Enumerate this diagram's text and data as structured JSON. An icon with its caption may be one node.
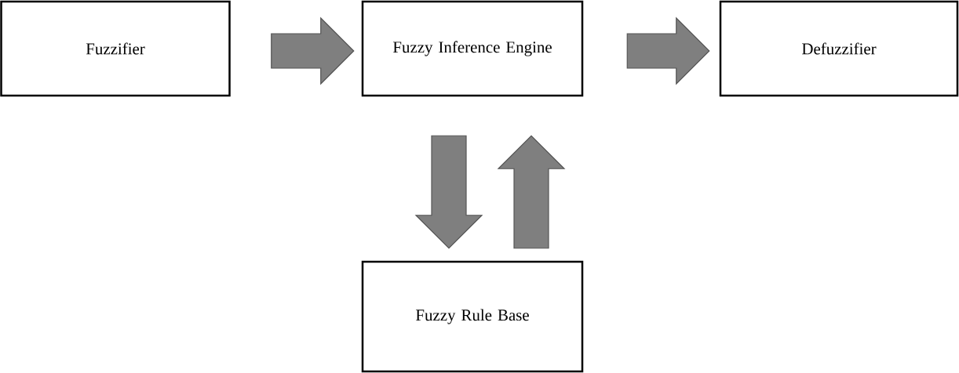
{
  "diagram": {
    "nodes": [
      {
        "text": [
          "Fuzzifier"
        ]
      },
      {
        "text": [
          "Fuzzy Inference Engine"
        ]
      },
      {
        "text": [
          "Defuzzifier"
        ]
      },
      {
        "text": [
          "Fuzzy Rule Base"
        ]
      }
    ],
    "edges": [
      {
        "from": 0,
        "to": 1,
        "arrow": "to"
      },
      {
        "from": 1,
        "to": 2,
        "arrow": "to"
      },
      {
        "from": 1,
        "to": 3,
        "arrow": "to"
      },
      {
        "from": 3,
        "to": 1,
        "arrow": "to"
      }
    ]
  }
}
